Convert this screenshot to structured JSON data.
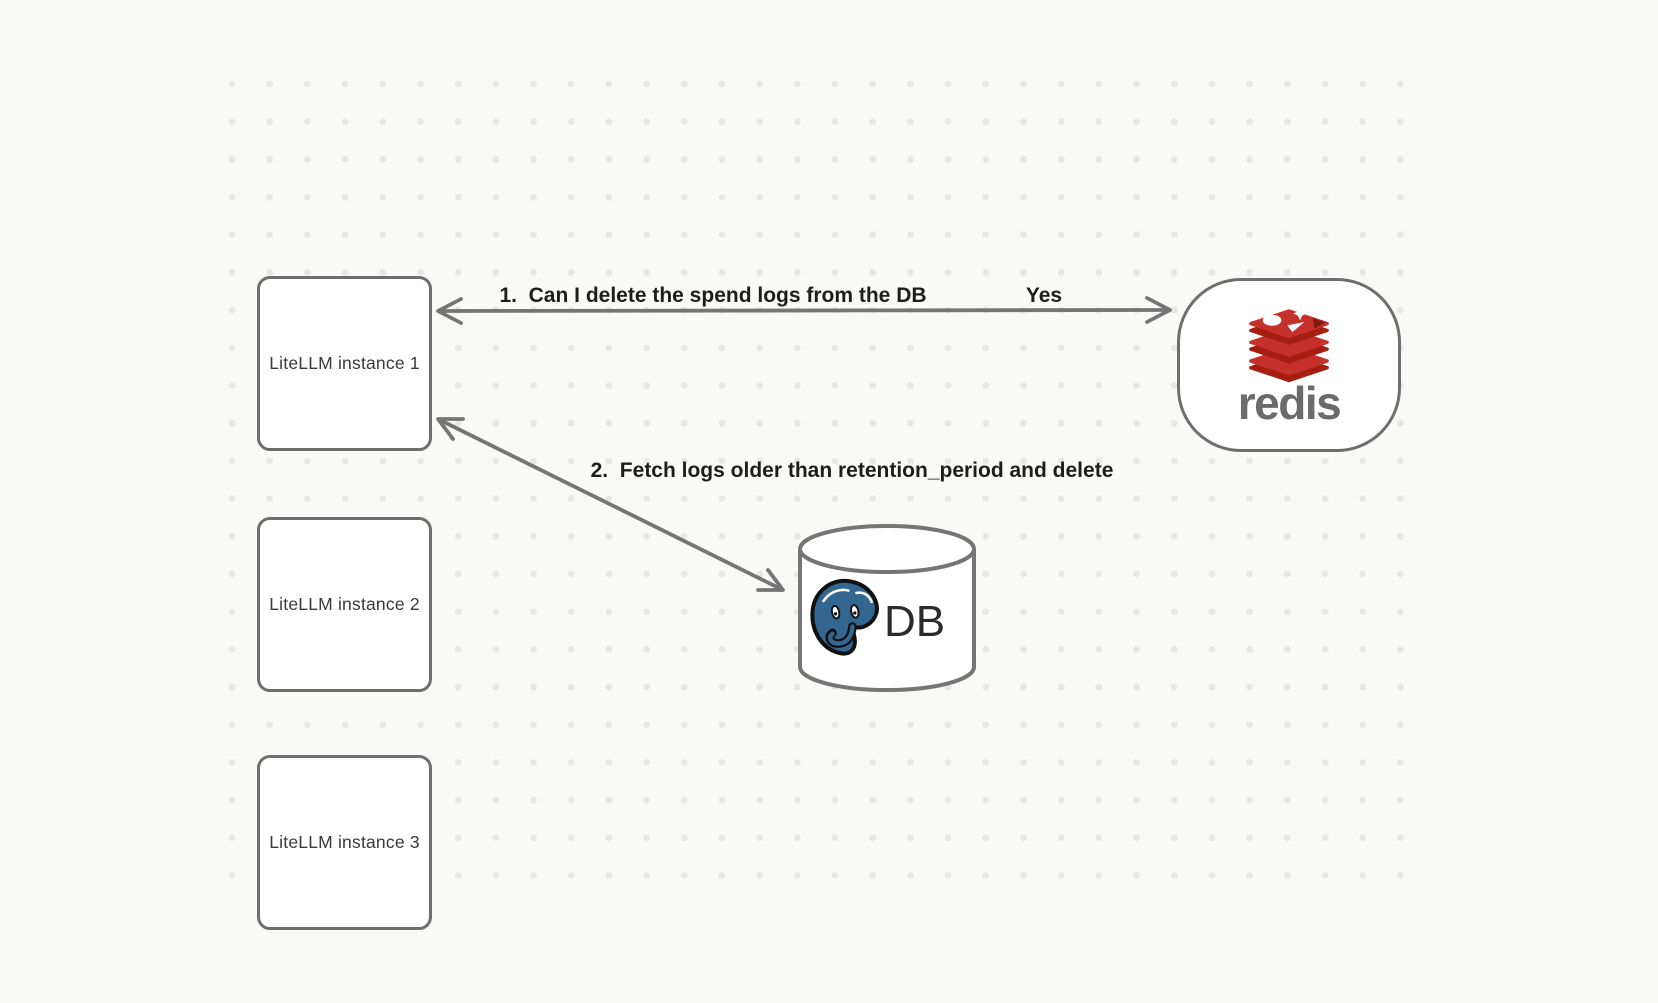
{
  "canvas": {
    "background": "#F9F9F8",
    "grid_dot_color": "#E7E7E6"
  },
  "colors": {
    "node_border": "#6E6E6E",
    "node_fill": "#FFFFFF",
    "arrow": "#757575",
    "label_text": "#1D1D1D",
    "node_text": "#3A3A3A",
    "db_text": "#2B2B2B",
    "redis_red": "#C6302B",
    "redis_dark_red": "#A41E11",
    "redis_notch_red": "#821A10",
    "redis_wordmark_gray": "#6B6B6B",
    "postgres_blue": "#336791",
    "postgres_outline": "#111111"
  },
  "nodes": {
    "instance1": {
      "label": "LiteLLM instance 1"
    },
    "instance2": {
      "label": "LiteLLM instance 2"
    },
    "instance3": {
      "label": "LiteLLM instance 3"
    },
    "redis": {
      "wordmark": "redis"
    },
    "database": {
      "label": "DB"
    }
  },
  "arrows": {
    "delete_request": {
      "label": "1.  Can I delete the spend logs from the DB",
      "response": "Yes"
    },
    "fetch_delete": {
      "label": "2.  Fetch logs older than retention_period and delete"
    }
  },
  "icons": {
    "redis_logo": "redis-stacked-cubes",
    "postgres_logo": "postgresql-elephant"
  }
}
